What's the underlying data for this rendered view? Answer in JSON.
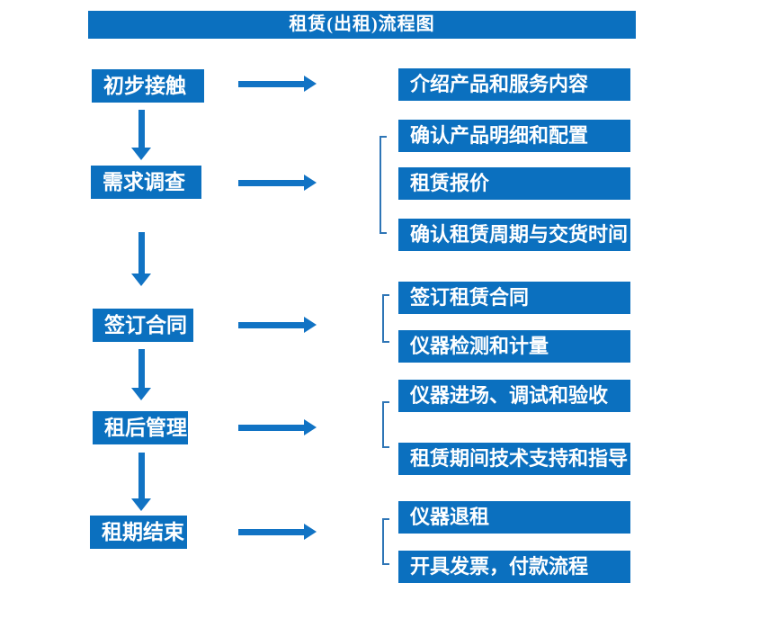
{
  "title": "租赁(出租)流程图",
  "colors": {
    "box_fill": "#0B70BF",
    "arrow": "#1173C4",
    "bracket": "#2E75B6",
    "text": "#FFFFFF",
    "background": "#FFFFFF"
  },
  "steps": [
    {
      "label": "初步接触",
      "outputs": [
        "介绍产品和服务内容"
      ]
    },
    {
      "label": "需求调查",
      "outputs": [
        "确认产品明细和配置",
        "租赁报价",
        "确认租赁周期与交货时间"
      ]
    },
    {
      "label": "签订合同",
      "outputs": [
        "签订租赁合同",
        "仪器检测和计量"
      ]
    },
    {
      "label": "租后管理",
      "outputs": [
        "仪器进场、调试和验收",
        "租赁期间技术支持和指导"
      ]
    },
    {
      "label": "租期结束",
      "outputs": [
        "仪器退租",
        "开具发票，付款流程"
      ]
    }
  ]
}
